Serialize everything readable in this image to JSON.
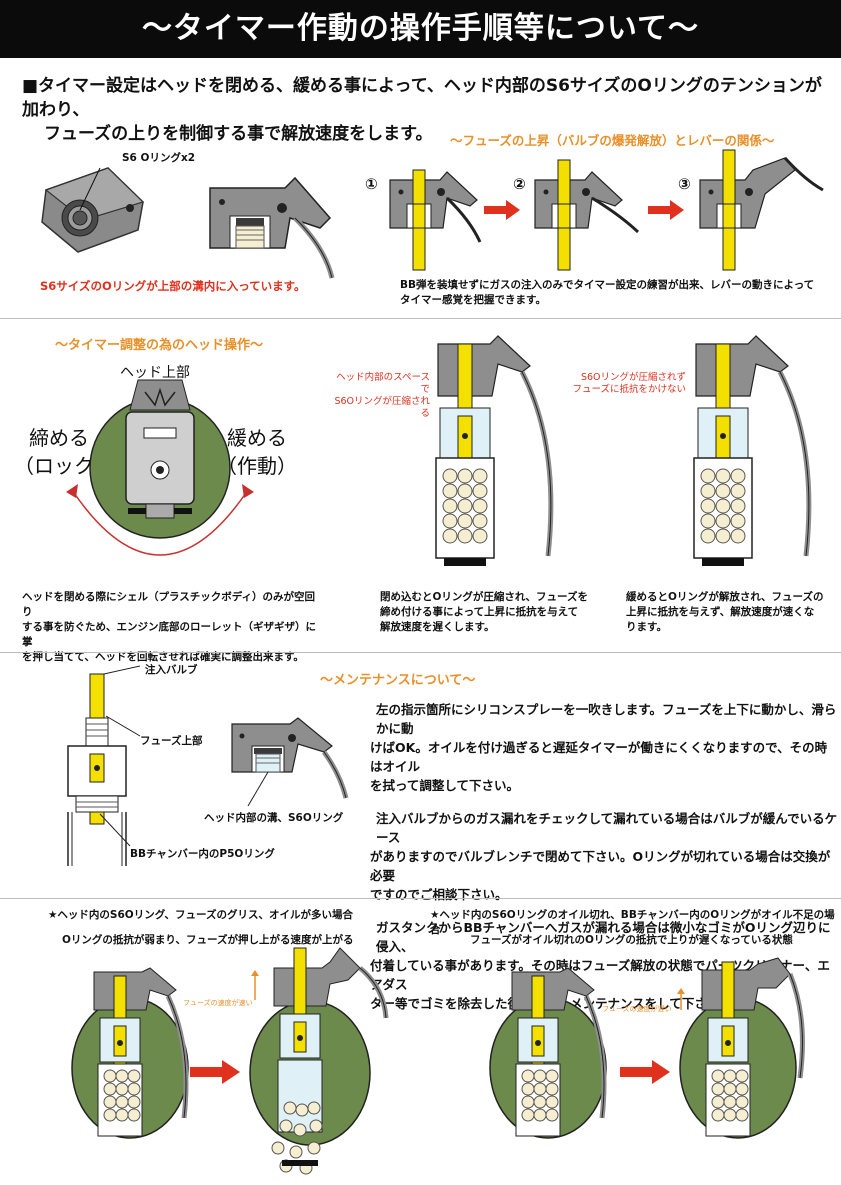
{
  "header": {
    "title": "〜タイマー作動の操作手順等について〜"
  },
  "intro": {
    "line1": "■タイマー設定はヘッドを閉める、緩める事によって、ヘッド内部のS6サイズのOリングのテンションが加わり、",
    "line2": "フューズの上りを制御する事で解放速度をします。"
  },
  "section1": {
    "oring_label": "S6 Oリングx2",
    "caption_red": "S6サイズのOリングが上部の溝内に入っています。",
    "relation_title": "〜フューズの上昇（バルブの爆発解放）とレバーの関係〜",
    "steps": [
      "①",
      "②",
      "③"
    ],
    "practice_line1": "BB弾を装填せずにガスの注入のみでタイマー設定の練習が出来、レバーの動きによって",
    "practice_line2": "タイマー感覚を把握できます。"
  },
  "section2": {
    "title": "〜タイマー調整の為のヘッド操作〜",
    "head_top": "ヘッド上部",
    "tighten_1": "締める",
    "tighten_2": "（ロック）",
    "loosen_1": "緩める",
    "loosen_2": "（作動）",
    "compressed_1": "ヘッド内部のスペースで",
    "compressed_2": "S6Oリングが圧縮される",
    "not_compressed_1": "S6Oリングが圧縮されず",
    "not_compressed_2": "フューズに抵抗をかけない",
    "note_left_1": "ヘッドを閉める際にシェル（プラスチックボディ）のみが空回り",
    "note_left_2": "する事を防ぐため、エンジン底部のローレット（ギザギザ）に掌",
    "note_left_3": "を押し当てて、ヘッドを回転させれば確実に調整出来ます。",
    "note_mid_1": "閉め込むとOリングが圧縮され、フューズを",
    "note_mid_2": "締め付ける事によって上昇に抵抗を与えて",
    "note_mid_3": "解放速度を遅くします。",
    "note_right_1": "緩めるとOリングが解放され、フューズの",
    "note_right_2": "上昇に抵抗を与えず、解放速度が速くな",
    "note_right_3": "ります。"
  },
  "section3": {
    "title": "〜メンテナンスについて〜",
    "label_valve": "注入バルブ",
    "label_fuse_top": "フューズ上部",
    "label_head_groove": "ヘッド内部の溝、S6Oリング",
    "label_bb_chamber": "BBチャンバー内のP5Oリング",
    "p1_1": "左の指示箇所にシリコンスプレーを一吹きします。フューズを上下に動かし、滑らかに動",
    "p1_2": "けばOK。オイルを付け過ぎると遅延タイマーが働きにくくなりますので、その時はオイル",
    "p1_3": "を拭って調整して下さい。",
    "p2_1": "注入バルブからのガス漏れをチェックして漏れている場合はバルブが緩んでいるケース",
    "p2_2": "がありますのでバルブレンチで閉めて下さい。Oリングが切れている場合は交換が必要",
    "p2_3": "ですのでご相談下さい。",
    "p3_1": "ガスタンクからBBチャンバーへガスが漏れる場合は微小なゴミがOリング辺りに侵入、",
    "p3_2": "付着している事があります。その時はフューズ解放の状態でパーツクリーナー、エアダス",
    "p3_3": "ター等でゴミを除去した後、オイルメンテナンスをして下さい。"
  },
  "section4": {
    "left_title": "★ヘッド内のS6Oリング、フューズのグリス、オイルが多い場合",
    "left_sub": "Oリングの抵抗が弱まり、フューズが押し上がる速度が上がる",
    "left_speed": "フューズの速度が速い",
    "right_title": "★ヘッド内のS6Oリングのオイル切れ、BBチャンバー内のOリングがオイル不足の場合",
    "right_sub": "フューズがオイル切れのOリングの抵抗で上りが遅くなっている状態",
    "right_speed": "フューズの速度が遅い"
  },
  "colors": {
    "title_bg": "#0b0b0b",
    "accent_orange": "#e8902a",
    "accent_red": "#e0301e",
    "grenade_green": "#6c8a4c",
    "fuse_yellow": "#f3e000",
    "metal_gray": "#8e8e8e"
  }
}
